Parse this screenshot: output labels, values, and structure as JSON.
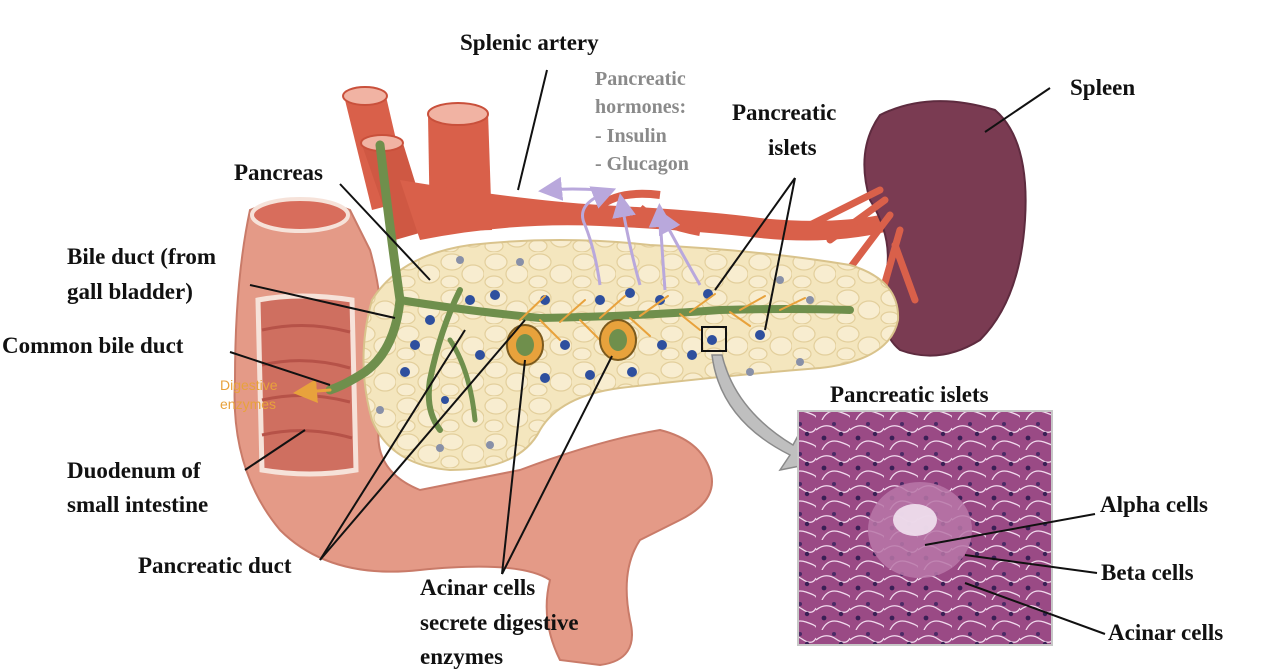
{
  "labels": {
    "splenic_artery": "Splenic artery",
    "hormones_title_1": "Pancreatic",
    "hormones_title_2": "hormones:",
    "hormone_1": "- Insulin",
    "hormone_2": "- Glucagon",
    "islets_1": "Pancreatic",
    "islets_2": "islets",
    "spleen": "Spleen",
    "pancreas": "Pancreas",
    "bile_duct_1": "Bile duct (from",
    "bile_duct_2": "gall bladder)",
    "common_bile_duct": "Common bile duct",
    "digestive_1": "Digestive",
    "digestive_2": "enzymes",
    "duodenum_1": "Duodenum of",
    "duodenum_2": "small intestine",
    "pancreatic_duct": "Pancreatic duct",
    "acinar_1": "Acinar cells",
    "acinar_2": "secrete digestive",
    "acinar_3": "enzymes",
    "inset_title": "Pancreatic islets",
    "alpha_cells": "Alpha cells",
    "beta_cells": "Beta cells",
    "inset_acinar": "Acinar cells"
  },
  "colors": {
    "pancreas_fill": "#f4e6be",
    "artery": "#d9604a",
    "duct": "#6f8f4c",
    "spleen": "#7a3b52",
    "duodenum": "#e49a87",
    "islet": "#2e4f9e",
    "histology": "#9a4a85",
    "hormone_arrow": "#b9a8dc"
  }
}
